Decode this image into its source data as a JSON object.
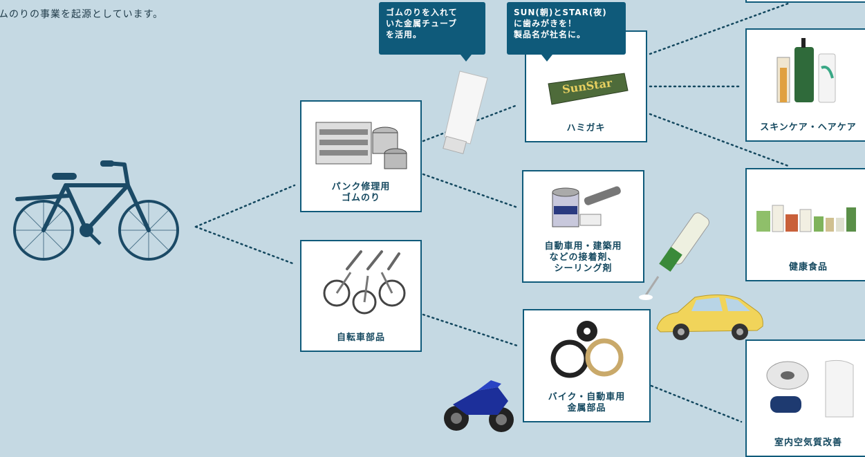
{
  "intro_text": "ムのりの事業を起源としています。",
  "bubbles": {
    "tube_note": "ゴムのりを入れて\nいた金属チューブ\nを活用。",
    "name_note": "SUN(朝)とSTAR(夜)\nに歯みがきを！\n製品名が社名に。"
  },
  "products": {
    "puncture_glue": "パンク修理用\nゴムのり",
    "bicycle_parts": "自転車部品",
    "toothpaste": "ハミガキ",
    "adhesives": "自動車用・建築用\nなどの接着剤、\nシーリング剤",
    "metal_parts": "バイク・自動車用\n金属部品",
    "skin_hair": "スキンケア・ヘアケア",
    "health_food": "健康食品",
    "air_quality": "室内空気質改善"
  },
  "toothpaste_brand": "SunStar",
  "colors": {
    "accent": "#0f5a7a",
    "background": "#c5d9e3",
    "dots": "#14485f"
  }
}
